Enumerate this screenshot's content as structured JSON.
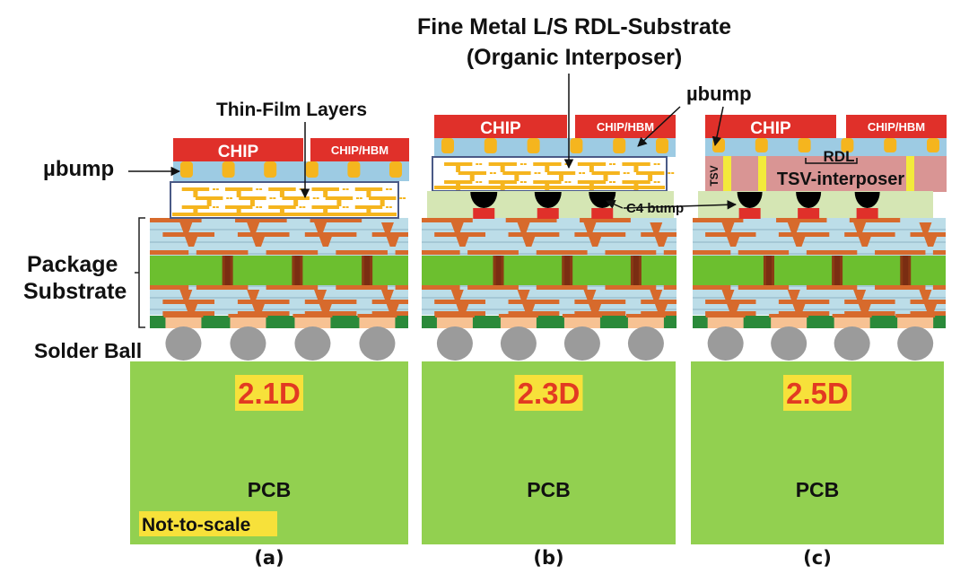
{
  "figure": {
    "title_line1": "Fine Metal L/S RDL-Substrate",
    "title_line2": "(Organic Interposer)",
    "left_labels": {
      "ubump": "µbump",
      "package_substrate_1": "Package",
      "package_substrate_2": "Substrate",
      "solder_ball": "Solder Ball"
    },
    "note": "Not-to-scale",
    "colors": {
      "chip": "#e0302a",
      "ubump_layer": "#9dcbe3",
      "ubump": "#f5b51e",
      "substrate_dielectric": "#bcdde8",
      "copper": "#d76a2c",
      "core": "#6cbf2f",
      "via_core": "#7a2d12",
      "solder_mask": "#2a8a3a",
      "solder_ball": "#9b9b9b",
      "pcb": "#92d050",
      "highlight": "#f7e13a",
      "interposer_23d": "#d5e6b4",
      "tsv_interposer": "#d99594",
      "tsv": "#f3ea3b"
    },
    "panels": [
      {
        "id": "a",
        "caption": "(a)",
        "technology": "2.1D",
        "pcb_label": "PCB",
        "chip_label": "CHIP",
        "hbm_label": "CHIP/HBM",
        "annotations": [
          "Thin-Film Layers"
        ]
      },
      {
        "id": "b",
        "caption": "(b)",
        "technology": "2.3D",
        "pcb_label": "PCB",
        "chip_label": "CHIP",
        "hbm_label": "CHIP/HBM",
        "annotations": [
          "C4 bump"
        ]
      },
      {
        "id": "c",
        "caption": "(c)",
        "technology": "2.5D",
        "pcb_label": "PCB",
        "chip_label": "CHIP",
        "hbm_label": "CHIP/HBM",
        "annotations": [
          "µbump",
          "RDL",
          "TSV",
          "TSV-interposer"
        ]
      }
    ]
  }
}
